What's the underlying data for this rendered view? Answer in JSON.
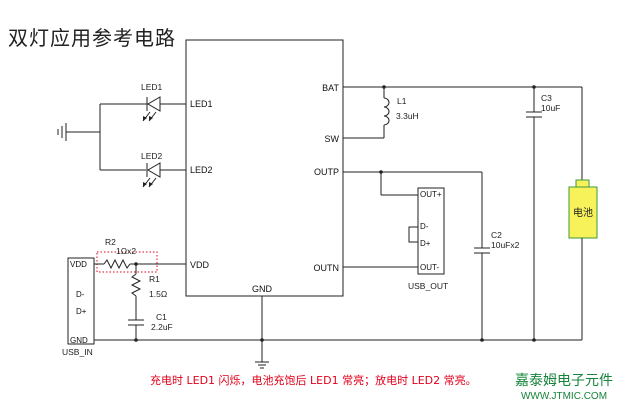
{
  "title": "双灯应用参考电路",
  "ic": {
    "pins_left": [
      "LED1",
      "LED2",
      "VDD"
    ],
    "pins_right": [
      "BAT",
      "SW",
      "OUTP",
      "OUTN"
    ],
    "pin_bottom": "GND"
  },
  "components": {
    "led1": "LED1",
    "led2": "LED2",
    "l1_name": "L1",
    "l1_value": "3.3uH",
    "c3_name": "C3",
    "c3_value": "10uF",
    "c2_name": "C2",
    "c2_value": "10uFx2",
    "c1_name": "C1",
    "c1_value": "2.2uF",
    "r1_name": "R1",
    "r1_value": "1.5Ω",
    "r2_name": "R2",
    "r2_value": "1Ωx2",
    "battery": "电池"
  },
  "usb_in": {
    "pins": [
      "VDD",
      "D-",
      "D+",
      "GND"
    ],
    "label": "USB_IN"
  },
  "usb_out": {
    "pins": [
      "OUT+",
      "D-",
      "D+",
      "OUT-"
    ],
    "label": "USB_OUT"
  },
  "note": "充电时 LED1 闪烁，电池充饱后 LED1 常亮；放电时 LED2 常亮。",
  "watermark": {
    "name": "嘉泰姆电子元件",
    "url": "WWW.JTMIC.COM"
  },
  "colors": {
    "note": "#e0001b",
    "watermark": "#16843a",
    "battery_fill": "#f7f25a",
    "battery_stroke": "#3c9a3c",
    "r2_highlight": "#e0001b"
  }
}
